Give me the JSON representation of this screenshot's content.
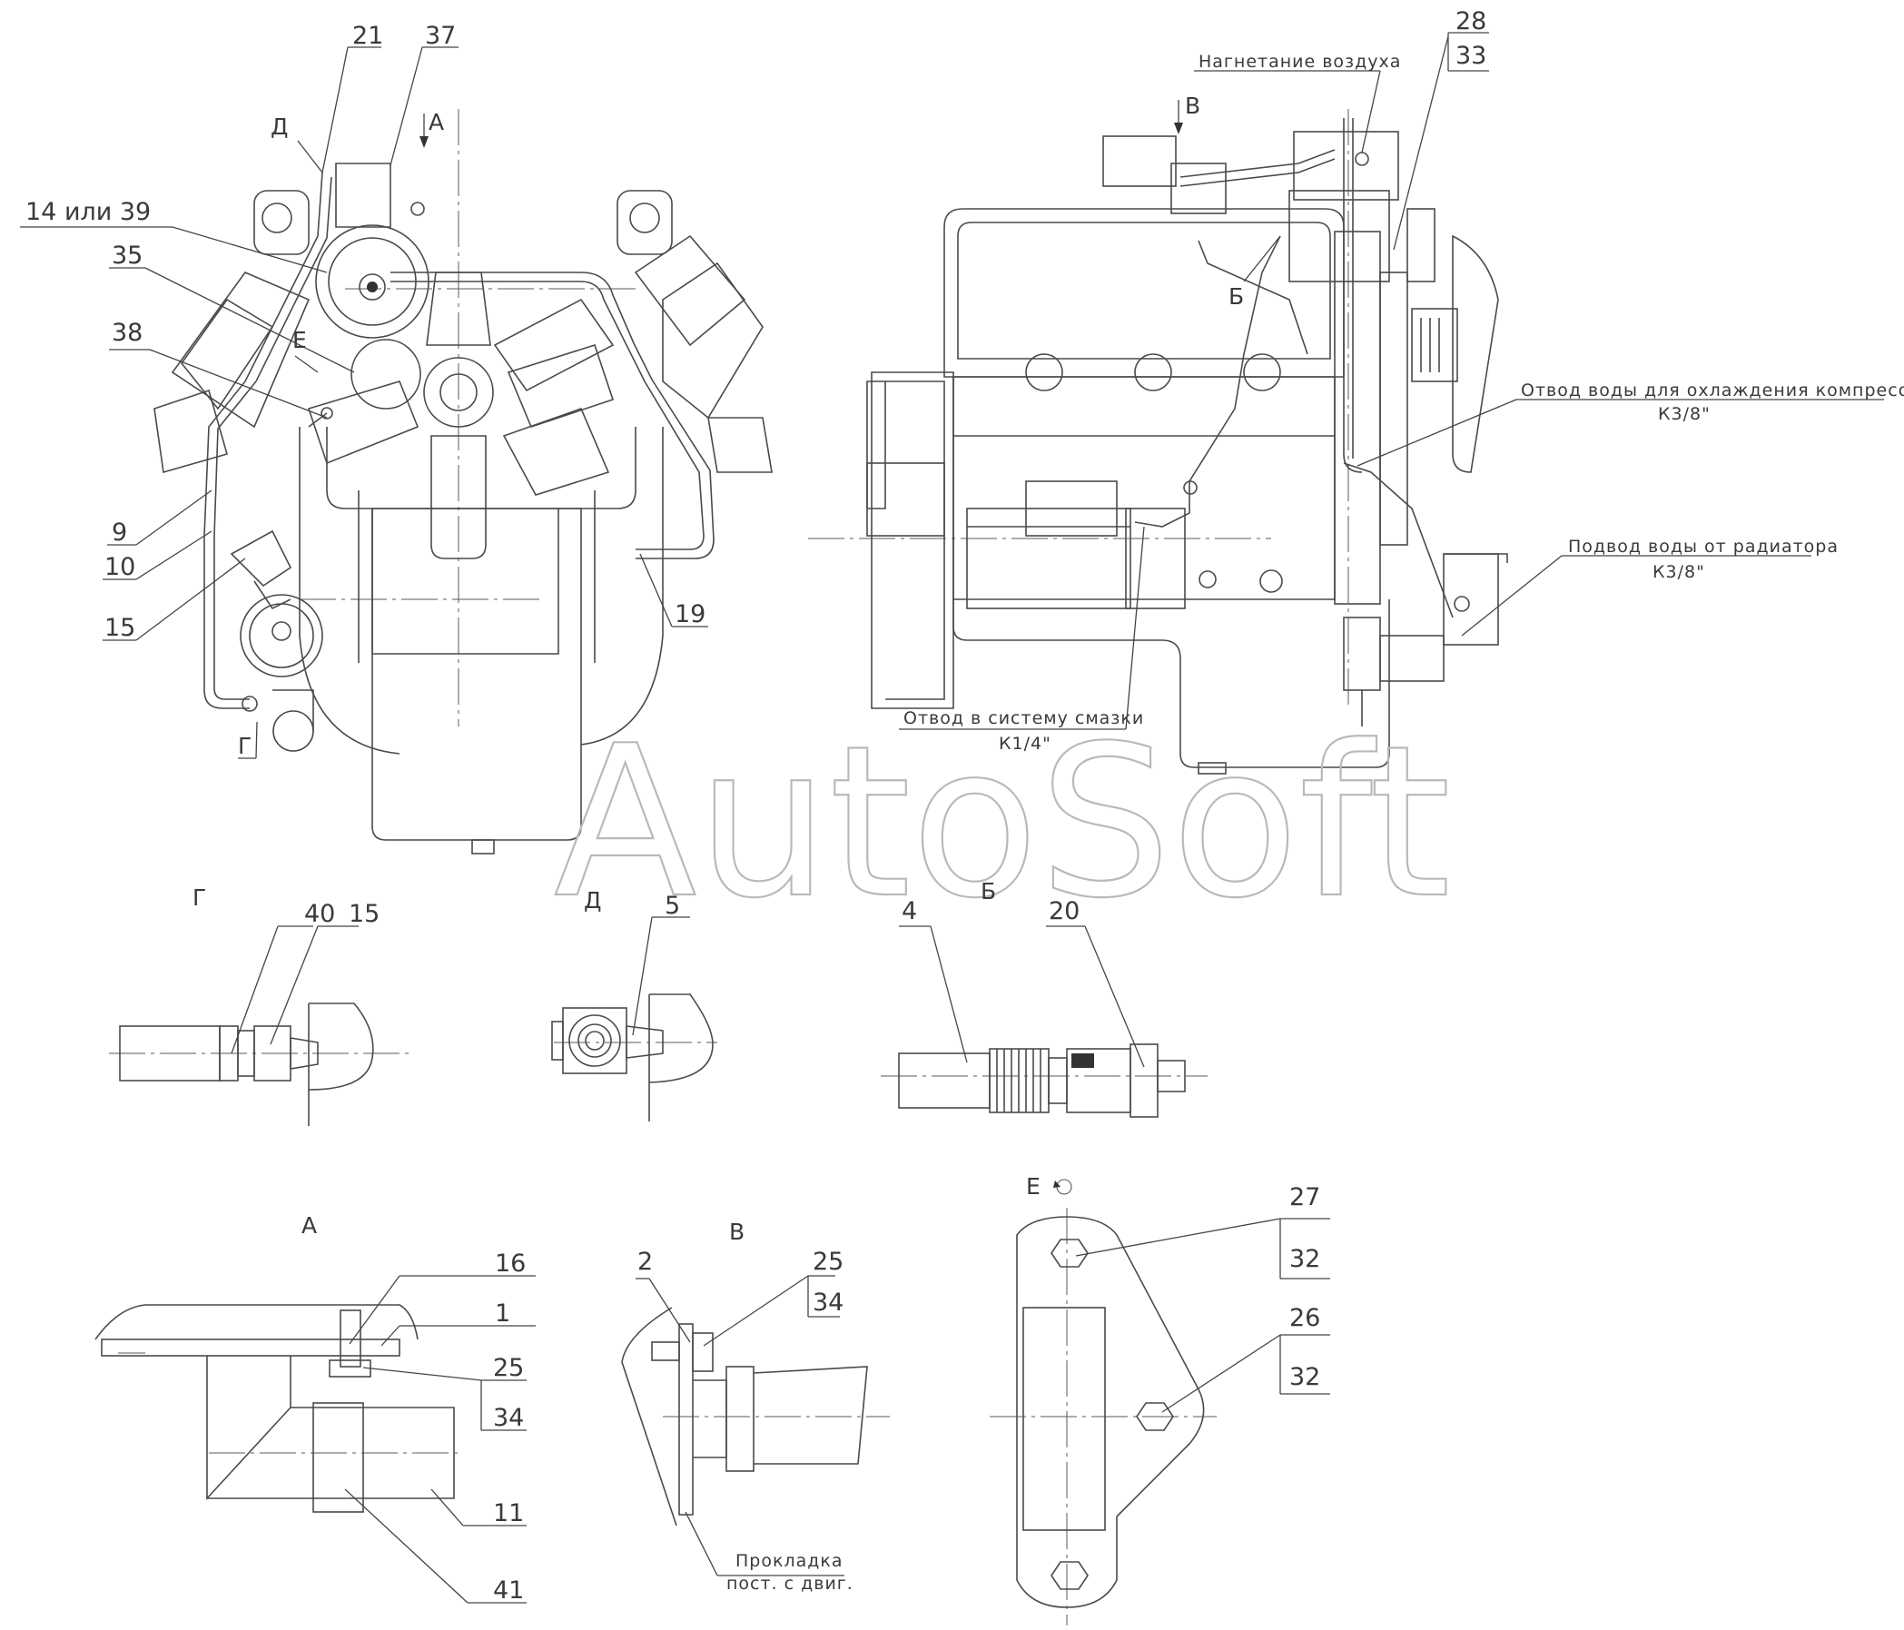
{
  "watermark": "AutoSoft",
  "callouts": {
    "c21": "21",
    "c37": "37",
    "c14": "14 или 39",
    "c35": "35",
    "c38": "38",
    "c9": "9",
    "c10": "10",
    "c15": "15",
    "c19": "19",
    "c28": "28",
    "c33": "33",
    "c40": "40",
    "c15b": "15",
    "c5": "5",
    "c4": "4",
    "c20": "20",
    "c16": "16",
    "c1": "1",
    "c25": "25",
    "c34": "34",
    "c11": "11",
    "c41": "41",
    "c2": "2",
    "c25b": "25",
    "c34b": "34",
    "c27": "27",
    "c32": "32",
    "c26": "26",
    "c32b": "32"
  },
  "markers": {
    "d": "Д",
    "a": "А",
    "e": "Е",
    "g": "Г",
    "v": "В",
    "b": "Б"
  },
  "annotations": {
    "air": "Нагнетание воздуха",
    "water_out": "Отвод воды для охлаждения компрессора",
    "water_out_thread": "К3/8\"",
    "water_in": "Подвод воды от радиатора",
    "water_in_thread": "К3/8\"",
    "oil": "Отвод в систему смазки",
    "oil_thread": "К1/4\"",
    "gasket_1": "Прокладка",
    "gasket_2": "пост. с двиг."
  },
  "views": {
    "g": "Г",
    "d": "Д",
    "b": "Б",
    "a": "А",
    "v": "В",
    "e": "Е"
  }
}
